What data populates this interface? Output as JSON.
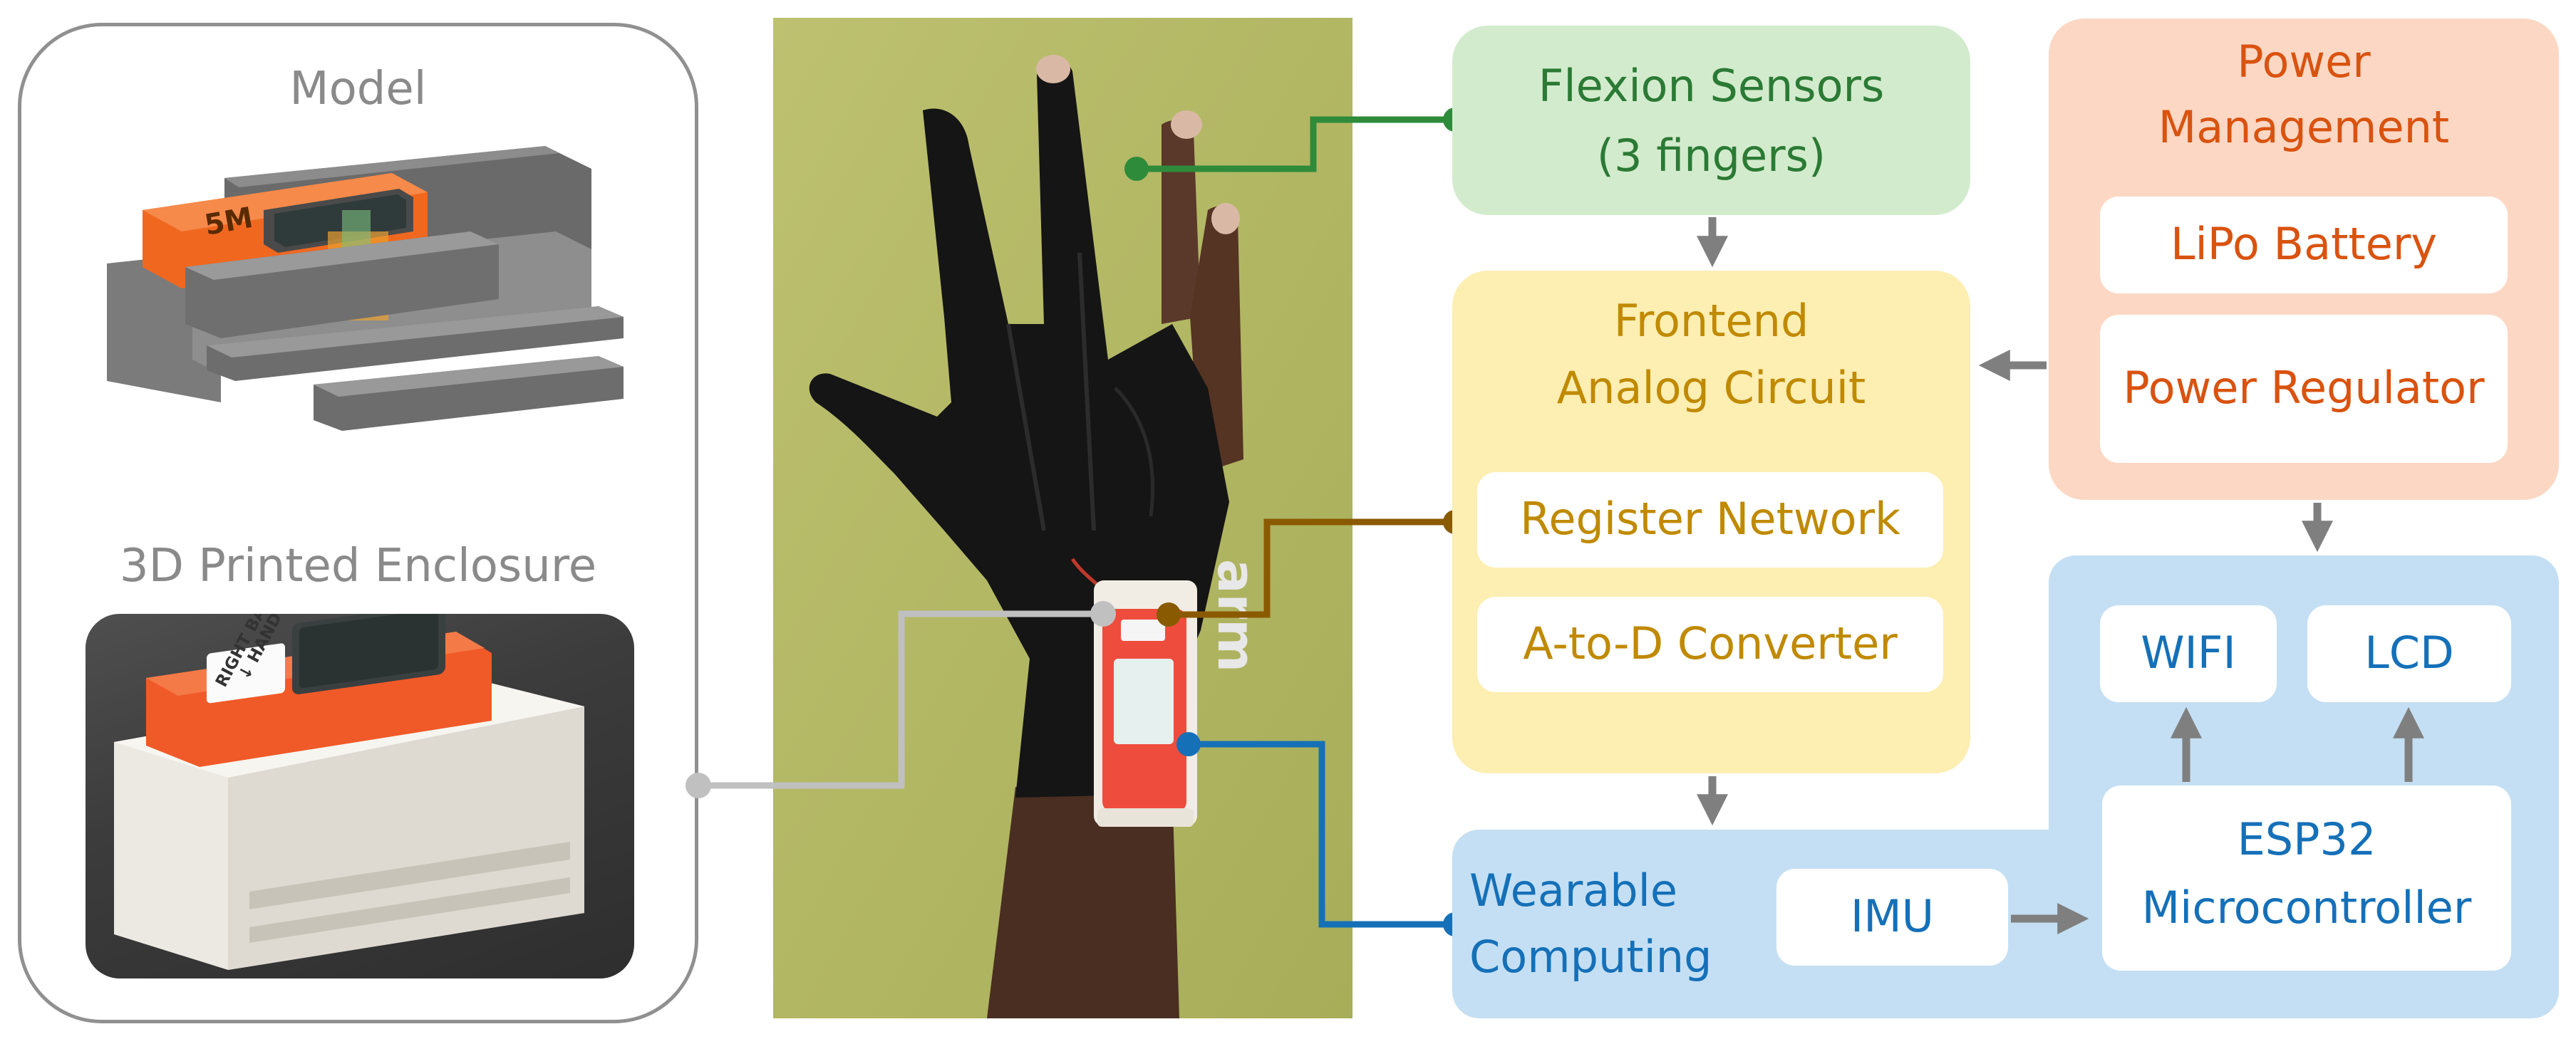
{
  "left_panel": {
    "model_title": "Model",
    "enclosure_title": "3D Printed Enclosure",
    "device_label_1": "RIGHT BAND",
    "device_label_2": "↓ HAND",
    "logo_text": "5M"
  },
  "photo": {
    "glove_print": "arm"
  },
  "blocks": {
    "flexion": {
      "line1": "Flexion Sensors",
      "line2": "(3 fingers)"
    },
    "frontend": {
      "line1": "Frontend",
      "line2": "Analog Circuit",
      "register": "Register Network",
      "adc": "A-to-D Converter"
    },
    "power": {
      "line1": "Power",
      "line2": "Management",
      "battery": "LiPo Battery",
      "regulator": "Power Regulator"
    },
    "wearable": {
      "line1": "Wearable",
      "line2": "Computing",
      "imu": "IMU",
      "esp_line1": "ESP32",
      "esp_line2": "Microcontroller",
      "wifi": "WIFI",
      "lcd": "LCD"
    }
  },
  "colors": {
    "green_fill": "#d3ebcd",
    "green_text": "#2b7a35",
    "yellow_fill": "#fdeeb2",
    "yellow_text": "#c08a00",
    "orange_fill": "#fcd8c4",
    "orange_text": "#d95310",
    "blue_fill": "#c4dff3",
    "blue_text": "#1570b8",
    "arrow": "#7f7f7f",
    "gray_connector": "#c0c0c0",
    "brown_connector": "#8a5a00"
  }
}
